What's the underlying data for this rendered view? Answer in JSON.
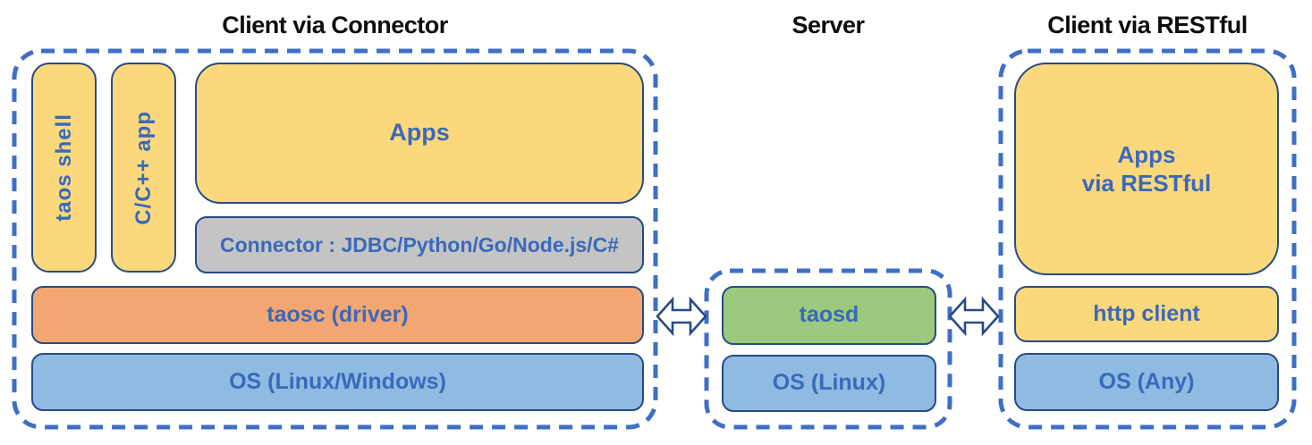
{
  "sections": [
    {
      "title": "Client via Connector",
      "boxes": {
        "taos_shell": "taos shell",
        "cpp_app": "C/C++ app",
        "apps": "Apps",
        "connector": "Connector : JDBC/Python/Go/Node.js/C#",
        "taosc": "taosc (driver)",
        "os": "OS (Linux/Windows)"
      }
    },
    {
      "title": "Server",
      "boxes": {
        "taosd": "taosd",
        "os": "OS (Linux)"
      }
    },
    {
      "title": "Client via RESTful",
      "boxes": {
        "apps_line1": "Apps",
        "apps_line2": "via RESTful",
        "http_client": "http client",
        "os": "OS (Any)"
      }
    }
  ],
  "icons": {
    "left_connection": "double-headed-arrow",
    "right_connection": "double-headed-arrow"
  },
  "colors": {
    "dashed_border": "#3e6fc6",
    "box_border": "#274b85",
    "label_text": "#3a69bc",
    "title_text": "#0d0d0d",
    "yellow_box": "#fad87b",
    "gray_box": "#c4c4c4",
    "orange_box": "#f2a671",
    "blue_box": "#8fbbe3",
    "green_box": "#9cc97e",
    "background": "#ffffff"
  }
}
